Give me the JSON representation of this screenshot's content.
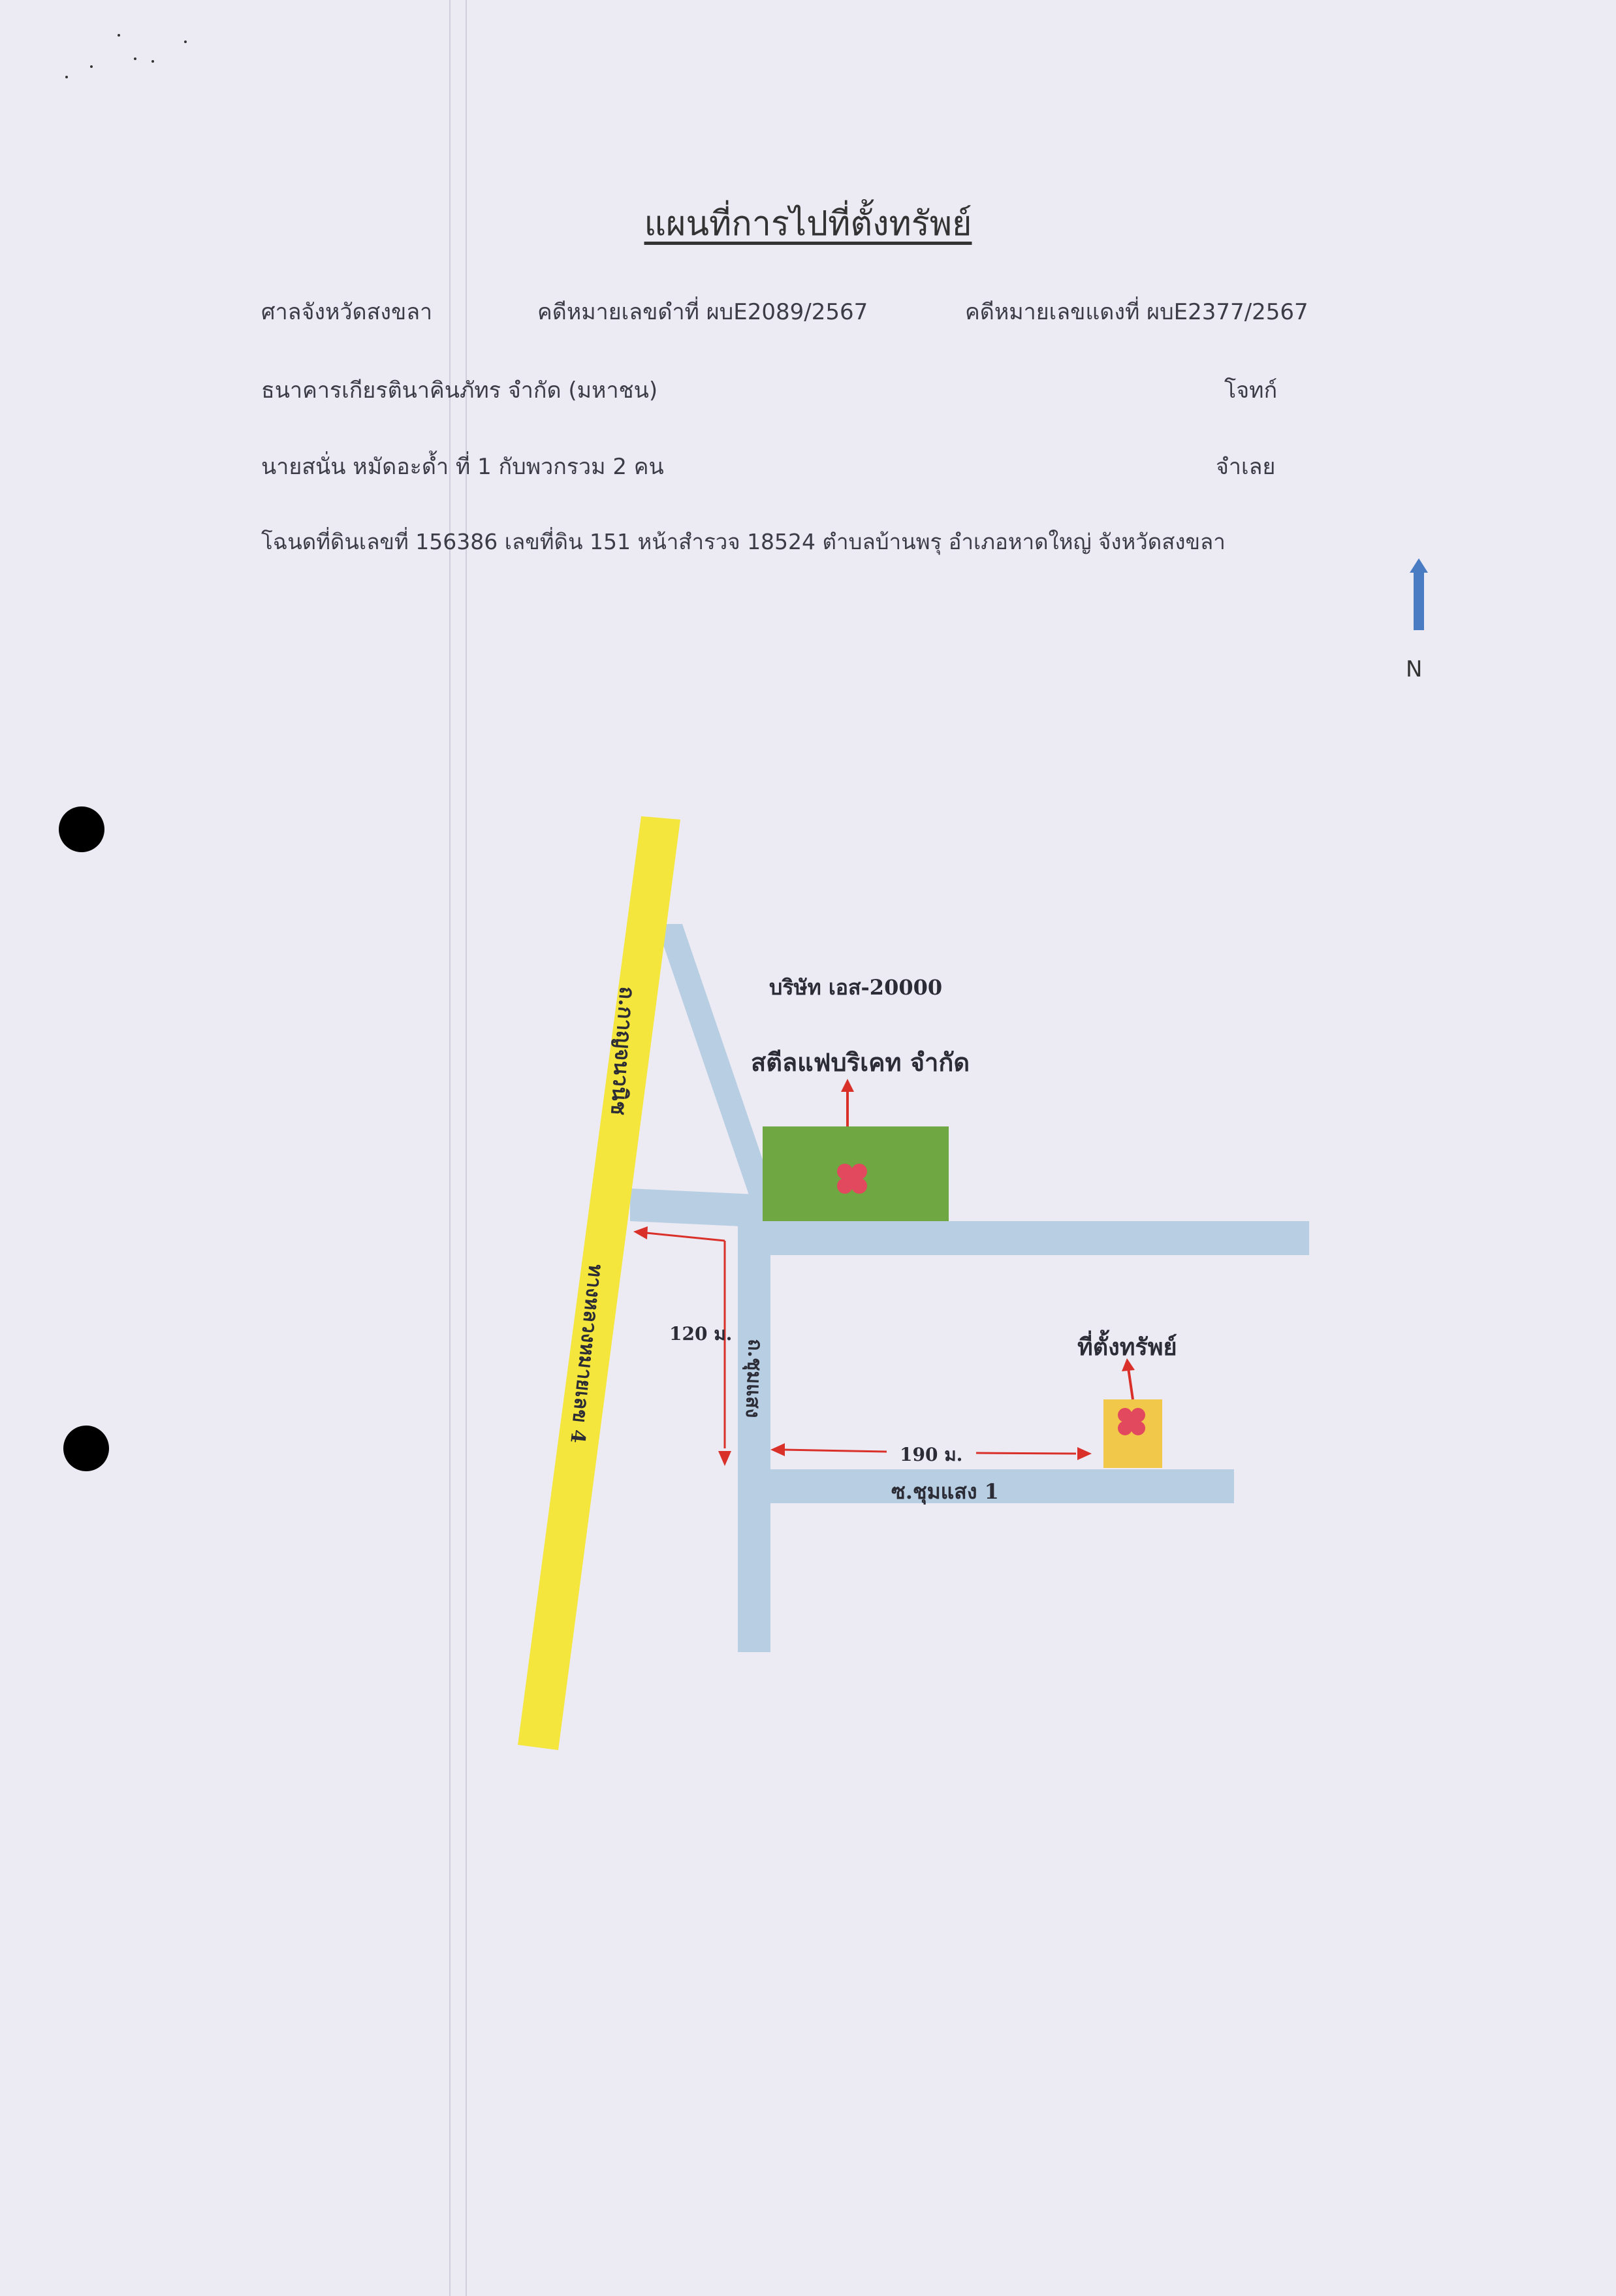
{
  "document": {
    "title": "แผนที่การไปที่ตั้งทรัพย์",
    "court": "ศาลจังหวัดสงขลา",
    "black_case_no": "คดีหมายเลขดำที่ ผบE2089/2567",
    "red_case_no": "คดีหมายเลขแดงที่ ผบE2377/2567",
    "plaintiff_name": "ธนาคารเกียรตินาคินภัทร จำกัด (มหาชน)",
    "plaintiff_role": "โจทก์",
    "defendant_name": "นายสนั่น หมัดอะด้ำ ที่ 1 กับพวกรวม 2 คน",
    "defendant_role": "จำเลย",
    "deed_info": "โฉนดที่ดินเลขที่ 156386 เลขที่ดิน 151 หน้าสำรวจ 18524 ตำบลบ้านพรุ อำเภอหาดใหญ่ จังหวัดสงขลา"
  },
  "map": {
    "north_label": "N",
    "company_line1": "บริษัท เอส-20000",
    "company_line2": "สตีลแฟบริเคท จำกัด",
    "property_label": "ที่ตั้งทรัพย์",
    "road_main_upper": "ถ.กาญจนวนิช",
    "road_main_lower": "ทางหลวงหมายเลข 4",
    "road_side": "ถ.ชุมแสง",
    "soi_label": "ซ.ชุมแสง 1",
    "distance_vertical": "120 ม.",
    "distance_horizontal": "190 ม.",
    "colors": {
      "main_road": "#f4e63c",
      "side_road": "#b8cee2",
      "company_block": "#6fa843",
      "property_block": "#f2c84a",
      "marker": "#e2485e",
      "arrow": "#d9302a",
      "north_arrow": "#4a7cc4"
    }
  }
}
